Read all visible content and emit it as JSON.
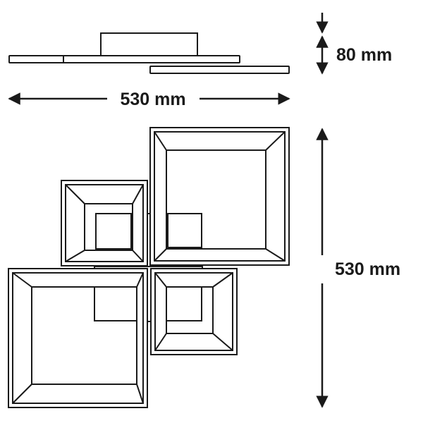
{
  "dimensions": {
    "height_label": "80 mm",
    "width_label": "530 mm",
    "depth_label": "530 mm"
  },
  "colors": {
    "line": "#1a1a1a",
    "background": "#ffffff"
  }
}
